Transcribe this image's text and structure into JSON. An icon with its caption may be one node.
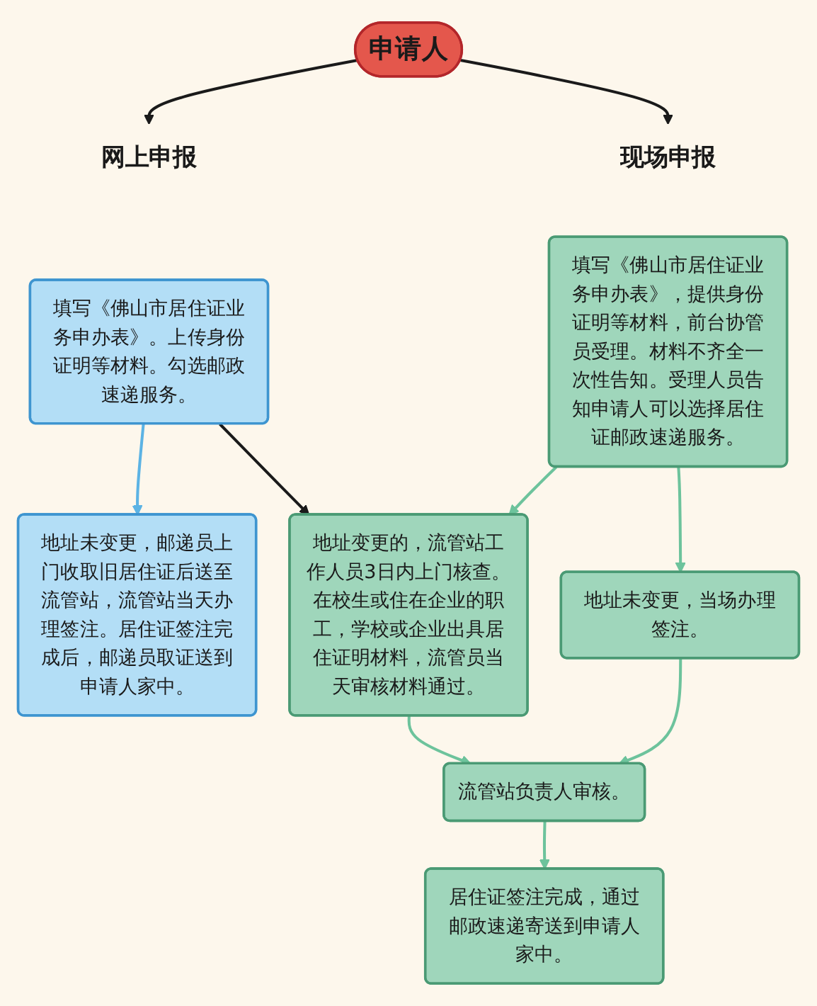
{
  "diagram": {
    "nodes": [
      {
        "text": [
          "申请人"
        ]
      },
      {
        "text": [
          "网上申报"
        ]
      },
      {
        "text": [
          "现场申报"
        ]
      },
      {
        "text": [
          "填写《佛山市居住证业务申办表》。上传身份证明等材料。勾选邮政速递服务。"
        ]
      },
      {
        "text": [
          "地址未变更，邮递员上门收取旧居住证后送至流管站，流管站当天办理签注。居住证签注完成后，邮递员取证送到申请人家中。"
        ]
      },
      {
        "text": [
          "填写《佛山市居住证业务申办表》，提供身份证明等材料，前台协管员受理。材料不齐全一次性告知。受理人员告知申请人可以选择居住证邮政速递服务。"
        ]
      },
      {
        "text": [
          "地址变更的，流管站工作人员3日内上门核查。在校生或住在企业的职工，学校或企业出具居住证明材料，流管员当天审核材料通过。"
        ]
      },
      {
        "text": [
          "地址未变更，当场办理签注。"
        ]
      },
      {
        "text": [
          "流管站负责人审核。"
        ]
      },
      {
        "text": [
          "居住证签注完成，通过邮政速递寄送到申请人家中。"
        ]
      }
    ],
    "edges": [
      {
        "from": 0,
        "to": 1,
        "arrow": "to",
        "color": "#1a1a1a"
      },
      {
        "from": 0,
        "to": 2,
        "arrow": "to",
        "color": "#1a1a1a"
      },
      {
        "from": 3,
        "to": 4,
        "arrow": "to",
        "color": "#5cb3e4"
      },
      {
        "from": 3,
        "to": 6,
        "arrow": "to",
        "color": "#1a1a1a"
      },
      {
        "from": 5,
        "to": 6,
        "arrow": "to"
      },
      {
        "from": 5,
        "to": 7,
        "arrow": "to"
      },
      {
        "from": 6,
        "to": 8,
        "arrow": "to"
      },
      {
        "from": 7,
        "to": 8,
        "arrow": "to"
      },
      {
        "from": 8,
        "to": 9,
        "arrow": "to"
      }
    ]
  }
}
